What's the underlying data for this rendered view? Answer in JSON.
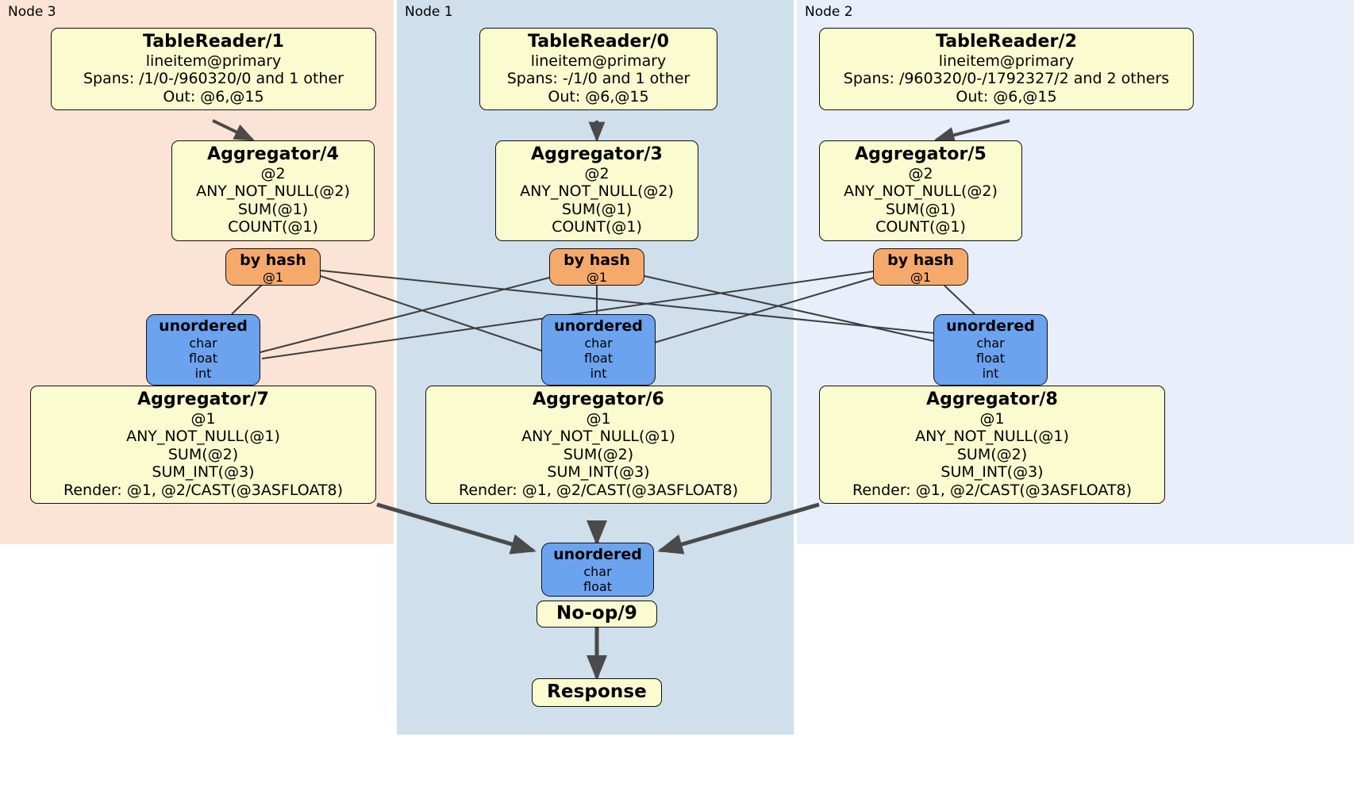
{
  "diagram": {
    "type": "distributed-query-plan",
    "colors": {
      "node3_panel": "#fbe3d6",
      "node1_panel": "#cfdfeb",
      "node2_panel": "#e8eefa",
      "processor_fill": "#fbfbd0",
      "processor_stroke": "#101010",
      "hash_router_fill": "#f5a96b",
      "sync_router_fill": "#6ba3ef",
      "edge_color": "#4a4a4a",
      "page_background": "#ffffff"
    },
    "panels": [
      {
        "id": "node3",
        "label": "Node 3"
      },
      {
        "id": "node1",
        "label": "Node 1"
      },
      {
        "id": "node2",
        "label": "Node 2"
      }
    ],
    "processors": {
      "table_reader_1": {
        "title": "TableReader/1",
        "lines": [
          "lineitem@primary",
          "Spans: /1/0-/960320/0 and 1 other",
          "Out: @6,@15"
        ]
      },
      "table_reader_0": {
        "title": "TableReader/0",
        "lines": [
          "lineitem@primary",
          "Spans: -/1/0 and 1 other",
          "Out: @6,@15"
        ]
      },
      "table_reader_2": {
        "title": "TableReader/2",
        "lines": [
          "lineitem@primary",
          "Spans: /960320/0-/1792327/2 and 2 others",
          "Out: @6,@15"
        ]
      },
      "aggregator_4": {
        "title": "Aggregator/4",
        "lines": [
          "@2",
          "ANY_NOT_NULL(@2)",
          "SUM(@1)",
          "COUNT(@1)"
        ]
      },
      "aggregator_3": {
        "title": "Aggregator/3",
        "lines": [
          "@2",
          "ANY_NOT_NULL(@2)",
          "SUM(@1)",
          "COUNT(@1)"
        ]
      },
      "aggregator_5": {
        "title": "Aggregator/5",
        "lines": [
          "@2",
          "ANY_NOT_NULL(@2)",
          "SUM(@1)",
          "COUNT(@1)"
        ]
      },
      "aggregator_7": {
        "title": "Aggregator/7",
        "lines": [
          "@1",
          "ANY_NOT_NULL(@1)",
          "SUM(@2)",
          "SUM_INT(@3)",
          "Render: @1, @2/CAST(@3ASFLOAT8)"
        ]
      },
      "aggregator_6": {
        "title": "Aggregator/6",
        "lines": [
          "@1",
          "ANY_NOT_NULL(@1)",
          "SUM(@2)",
          "SUM_INT(@3)",
          "Render: @1, @2/CAST(@3ASFLOAT8)"
        ]
      },
      "aggregator_8": {
        "title": "Aggregator/8",
        "lines": [
          "@1",
          "ANY_NOT_NULL(@1)",
          "SUM(@2)",
          "SUM_INT(@3)",
          "Render: @1, @2/CAST(@3ASFLOAT8)"
        ]
      },
      "noop_9": {
        "title": "No-op/9",
        "lines": []
      },
      "response": {
        "title": "Response",
        "lines": []
      }
    },
    "routers": {
      "hash_left": {
        "title": "by hash",
        "lines": [
          "@1"
        ]
      },
      "hash_center": {
        "title": "by hash",
        "lines": [
          "@1"
        ]
      },
      "hash_right": {
        "title": "by hash",
        "lines": [
          "@1"
        ]
      },
      "sync_left": {
        "title": "unordered",
        "lines": [
          "char",
          "float",
          "int"
        ]
      },
      "sync_center": {
        "title": "unordered",
        "lines": [
          "char",
          "float",
          "int"
        ]
      },
      "sync_right": {
        "title": "unordered",
        "lines": [
          "char",
          "float",
          "int"
        ]
      },
      "sync_final": {
        "title": "unordered",
        "lines": [
          "char",
          "float"
        ]
      }
    }
  }
}
